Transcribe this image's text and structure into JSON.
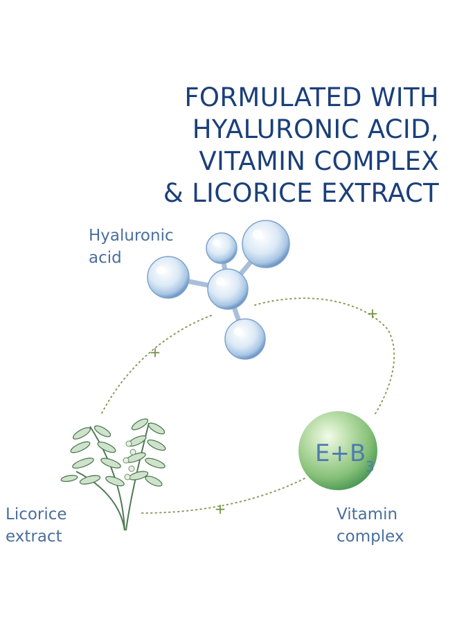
{
  "headline": {
    "lines": [
      "FORMULATED WITH",
      "HYALURONIC ACID,",
      "VITAMIN COMPLEX",
      "& LICORICE EXTRACT"
    ]
  },
  "ingredients": {
    "hyaluronic": {
      "line1": "Hyaluronic",
      "line2": "acid"
    },
    "licorice": {
      "line1": "Licorice",
      "line2": "extract"
    },
    "vitamin": {
      "line1": "Vitamin",
      "line2": "complex",
      "sphere_main": "E+B",
      "sphere_sub": "3"
    }
  },
  "connector": {
    "plus_symbol": "+"
  },
  "colors": {
    "headline": "#1b3f7a",
    "label": "#4a6e9e",
    "dotted_line": "#8a9a5a",
    "plus": "#6d8f3a",
    "leaf": "#5c8a5a",
    "sphere_green": "#7fbf72"
  }
}
